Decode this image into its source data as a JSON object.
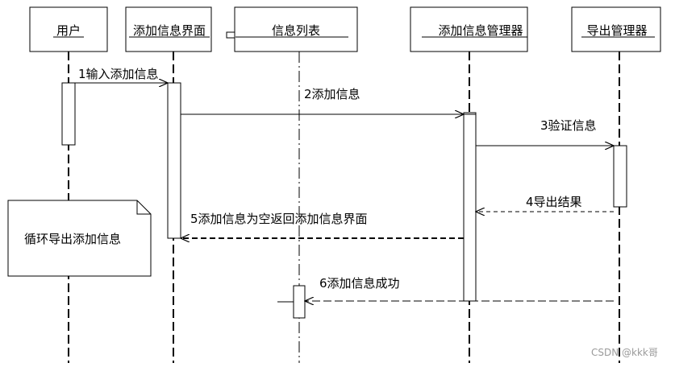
{
  "participants": [
    {
      "id": "user",
      "label": "用户"
    },
    {
      "id": "add_ui",
      "label": "添加信息界面"
    },
    {
      "id": "info_list",
      "label": "信息列表"
    },
    {
      "id": "add_mgr",
      "label": "添加信息管理器"
    },
    {
      "id": "exp_mgr",
      "label": "导出管理器"
    }
  ],
  "messages": [
    {
      "label": "1输入添加信息",
      "from": "user",
      "to": "add_ui",
      "style": "solid"
    },
    {
      "label": "2添加信息",
      "from": "add_ui",
      "to": "add_mgr",
      "style": "solid"
    },
    {
      "label": "3验证信息",
      "from": "add_mgr",
      "to": "exp_mgr",
      "style": "solid"
    },
    {
      "label": "4导出结果",
      "from": "exp_mgr",
      "to": "add_mgr",
      "style": "dashed"
    },
    {
      "label": "5添加信息为空返回添加信息界面",
      "from": "add_mgr",
      "to": "add_ui",
      "style": "dashed"
    },
    {
      "label": "6添加信息成功",
      "from": "exp_mgr",
      "to": "info_list",
      "style": "dashed"
    }
  ],
  "note": {
    "text": "循环导出添加信息"
  },
  "watermark": "CSDN @kkk哥",
  "colors": {
    "line": "#000000",
    "lifeline": "#000000",
    "watermark": "#9a9a9a"
  }
}
